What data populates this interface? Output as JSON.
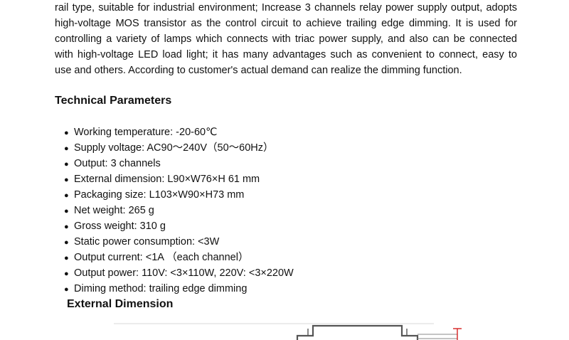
{
  "intro": {
    "lines": [
      "rail type, suitable for industrial environment; Increase 3 channels relay power supply output, adopts",
      "high-voltage MOS transistor as the control circuit to achieve trailing edge dimming. It is used for",
      "controlling a variety of lamps which connects with triac power supply, and also can be connected",
      "with high-voltage LED load light; it has many advantages such as convenient to connect, easy to",
      "use and others. According to customer's actual demand can realize the dimming function."
    ]
  },
  "technical_parameters": {
    "heading": "Technical Parameters",
    "bullet": "●",
    "items": [
      "Working temperature: -20-60℃",
      "Supply voltage: AC90～240V（50～60Hz）",
      "Output: 3 channels",
      "External dimension: L90×W76×H 61 mm",
      "Packaging size: L103×W90×H73 mm",
      "Net weight: 265 g",
      "Gross weight: 310 g",
      "Static power consumption: <3W",
      "Output current: <1A （each channel）",
      "Output power: 110V: <3×110W, 220V: <3×220W",
      "Diming method: trailing edge dimming"
    ]
  },
  "external_dimension": {
    "heading": "External Dimension"
  },
  "colors": {
    "text": "#111111",
    "drawing_line": "#555555",
    "dimension_mark": "#d62020"
  }
}
